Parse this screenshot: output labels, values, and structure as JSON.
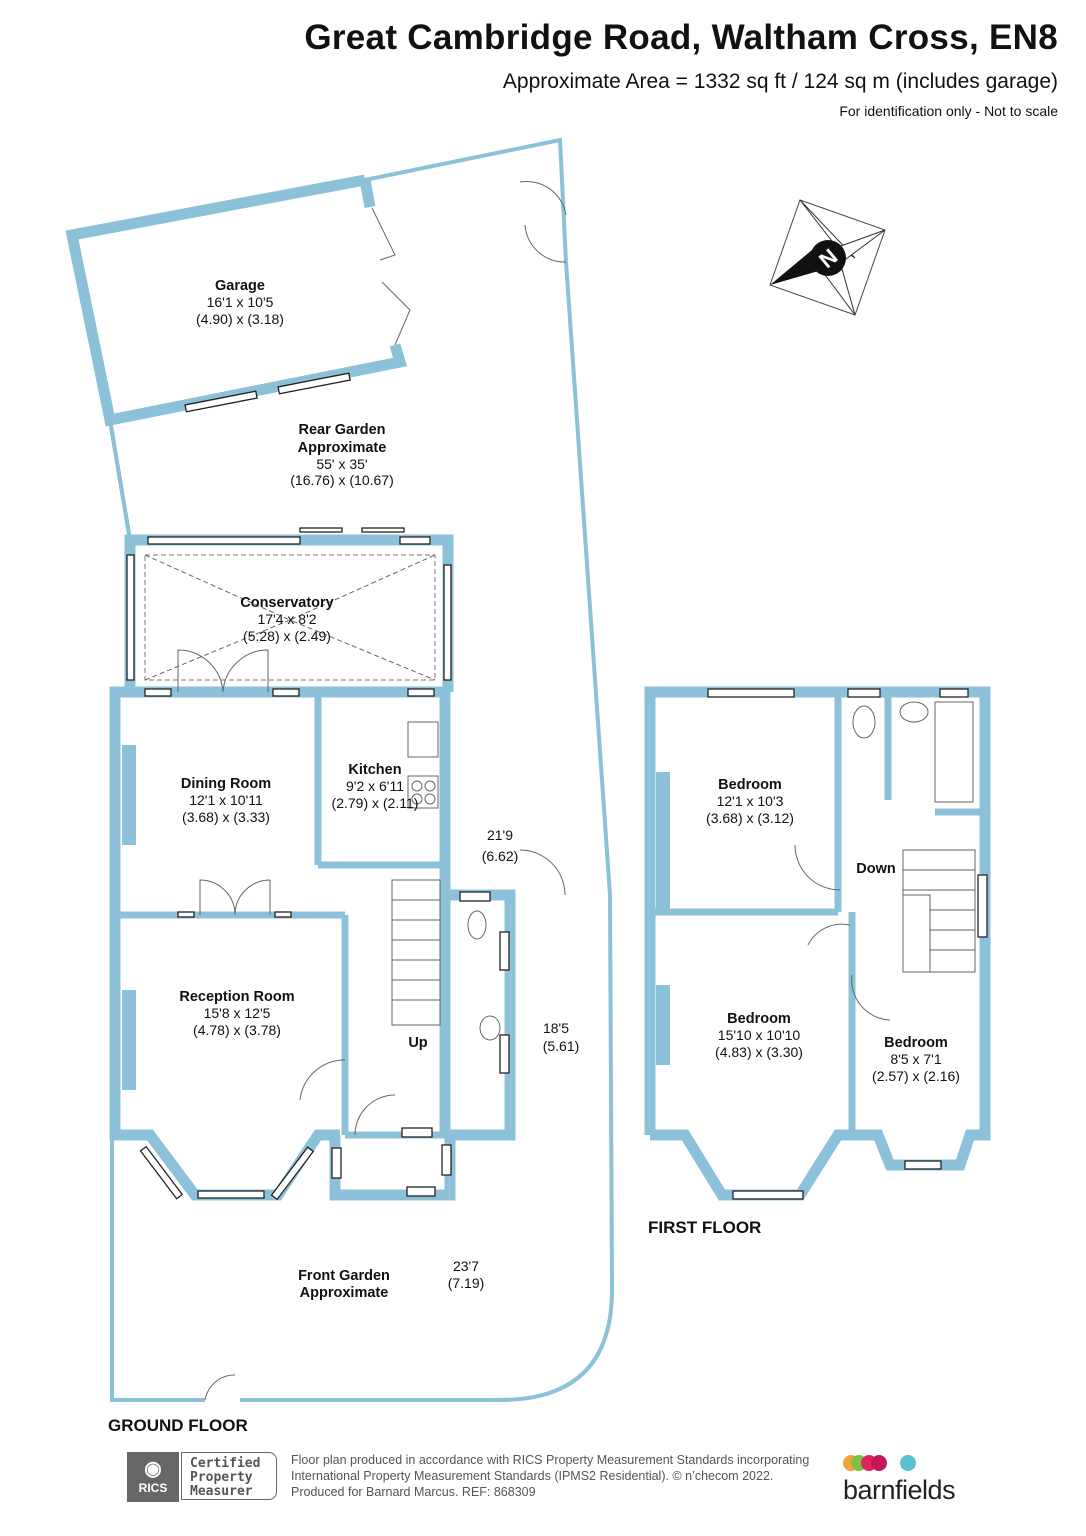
{
  "header": {
    "title": "Great Cambridge Road, Waltham Cross, EN8",
    "area": "Approximate Area = 1332 sq ft / 124 sq m (includes garage)",
    "note": "For identification only - Not to scale"
  },
  "compass": {
    "label": "N",
    "icon": "north-compass-icon"
  },
  "ground_floor": {
    "label": "GROUND FLOOR",
    "rooms": {
      "garage": {
        "name": "Garage",
        "imperial": "16'1 x 10'5",
        "metric": "(4.90) x (3.18)"
      },
      "rear_garden": {
        "name": "Rear Garden",
        "sub": "Approximate",
        "imperial": "55' x 35'",
        "metric": "(16.76) x (10.67)"
      },
      "conservatory": {
        "name": "Conservatory",
        "imperial": "17'4 x 8'2",
        "metric": "(5.28) x (2.49)"
      },
      "dining": {
        "name": "Dining Room",
        "imperial": "12'1 x 10'11",
        "metric": "(3.68) x (3.33)"
      },
      "kitchen": {
        "name": "Kitchen",
        "imperial": "9'2 x 6'11",
        "metric": "(2.79) x (2.11)"
      },
      "reception": {
        "name": "Reception Room",
        "imperial": "15'8 x 12'5",
        "metric": "(4.78) x (3.78)"
      },
      "front_garden": {
        "name": "Front Garden",
        "sub": "Approximate"
      }
    },
    "dims": {
      "side_upper": {
        "imperial": "21'9",
        "metric": "(6.62)"
      },
      "side_lower": {
        "imperial": "18'5",
        "metric": "(5.61)"
      },
      "front": {
        "imperial": "23'7",
        "metric": "(7.19)"
      }
    },
    "stairs_label": "Up"
  },
  "first_floor": {
    "label": "FIRST FLOOR",
    "rooms": {
      "bed_rear": {
        "name": "Bedroom",
        "imperial": "12'1 x 10'3",
        "metric": "(3.68) x (3.12)"
      },
      "bed_front": {
        "name": "Bedroom",
        "imperial": "15'10 x 10'10",
        "metric": "(4.83) x (3.30)"
      },
      "bed_small": {
        "name": "Bedroom",
        "imperial": "8'5 x 7'1",
        "metric": "(2.57) x (2.16)"
      }
    },
    "stairs_label": "Down"
  },
  "footer": {
    "rics": {
      "logo": "RICS",
      "line1": "Certified",
      "line2": "Property",
      "line3": "Measurer"
    },
    "lines": [
      "Floor plan produced in accordance with RICS Property Measurement Standards incorporating",
      "International Property Measurement Standards (IPMS2 Residential).   © n’checom 2022.",
      "Produced for Barnard Marcus.   REF:  868309"
    ],
    "brand": "barnfields",
    "brand_colors": [
      "#f2a33a",
      "#7cc242",
      "#e0245e",
      "#c2185b",
      "#5bc0d0"
    ]
  },
  "colors": {
    "wall": "#8dc0d9"
  }
}
